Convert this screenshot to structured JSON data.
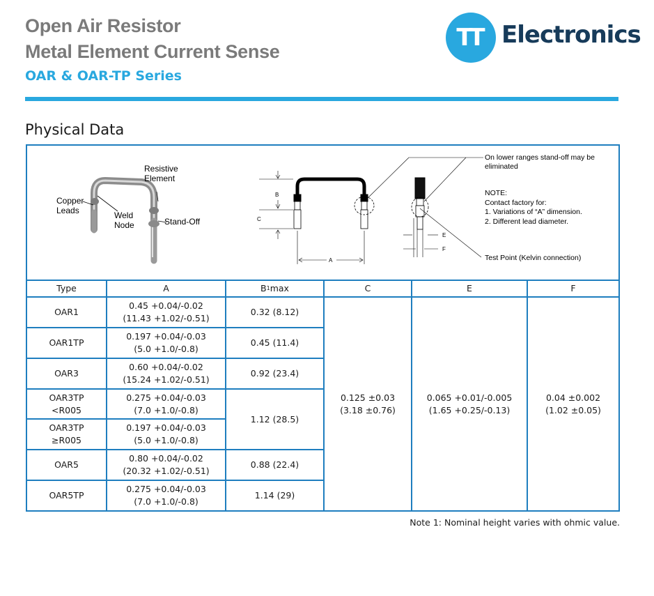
{
  "header": {
    "title_line1": "Open Air Resistor",
    "title_line2": "Metal Element Current Sense",
    "series": "OAR & OAR-TP Series"
  },
  "logo": {
    "mark": "TT",
    "text": "Electronics",
    "color": "#29a8df",
    "text_color": "#173b5a"
  },
  "section_title": "Physical Data",
  "figure": {
    "labels": {
      "copper_leads": [
        "Copper",
        "Leads"
      ],
      "weld_node": [
        "Weld",
        "Node"
      ],
      "resistive_element": [
        "Resistive",
        "Element"
      ],
      "stand_off": "Stand-Off",
      "dim_b": "B",
      "dim_c": "C",
      "dim_a": "A",
      "dim_e": "E",
      "dim_f": "F"
    },
    "callout_standoff": [
      "On lower ranges stand-off may be",
      "eliminated"
    ],
    "note_lines": [
      "NOTE:",
      "Contact factory for:",
      "1.  Variations of “A” dimension.",
      "2.  Different lead diameter."
    ],
    "test_point": "Test Point (Kelvin connection)"
  },
  "table": {
    "headers": {
      "type": "Type",
      "a": "A",
      "b": "B",
      "b_sup": "1",
      "b_suffix": "max",
      "c": "C",
      "e": "E",
      "f": "F"
    },
    "rows": [
      {
        "type": [
          "OAR1"
        ],
        "a": [
          "0.45 +0.04/-0.02",
          "(11.43 +1.02/-0.51)"
        ]
      },
      {
        "type": [
          "OAR1TP"
        ],
        "a": [
          "0.197 +0.04/-0.03",
          "(5.0 +1.0/-0.8)"
        ]
      },
      {
        "type": [
          "OAR3"
        ],
        "a": [
          "0.60 +0.04/-0.02",
          "(15.24 +1.02/-0.51)"
        ]
      },
      {
        "type": [
          "OAR3TP",
          "<R005"
        ],
        "a": [
          "0.275 +0.04/-0.03",
          "(7.0 +1.0/-0.8)"
        ]
      },
      {
        "type": [
          "OAR3TP",
          "≥R005"
        ],
        "a": [
          "0.197 +0.04/-0.03",
          "(5.0 +1.0/-0.8)"
        ]
      },
      {
        "type": [
          "OAR5"
        ],
        "a": [
          "0.80 +0.04/-0.02",
          "(20.32 +1.02/-0.51)"
        ]
      },
      {
        "type": [
          "OAR5TP"
        ],
        "a": [
          "0.275 +0.04/-0.03",
          "(7.0 +1.0/-0.8)"
        ]
      }
    ],
    "b_values": [
      "0.32 (8.12)",
      "0.45 (11.4)",
      "0.92 (23.4)",
      "1.12 (28.5)",
      "0.88 (22.4)",
      "1.14 (29)"
    ],
    "c_value": [
      "0.125 ±0.03",
      "(3.18 ±0.76)"
    ],
    "e_value": [
      "0.065 +0.01/-0.005",
      "(1.65 +0.25/-0.13)"
    ],
    "f_value": [
      "0.04 ±0.002",
      "(1.02 ±0.05)"
    ]
  },
  "footnote": "Note 1: Nominal height varies with ohmic value."
}
